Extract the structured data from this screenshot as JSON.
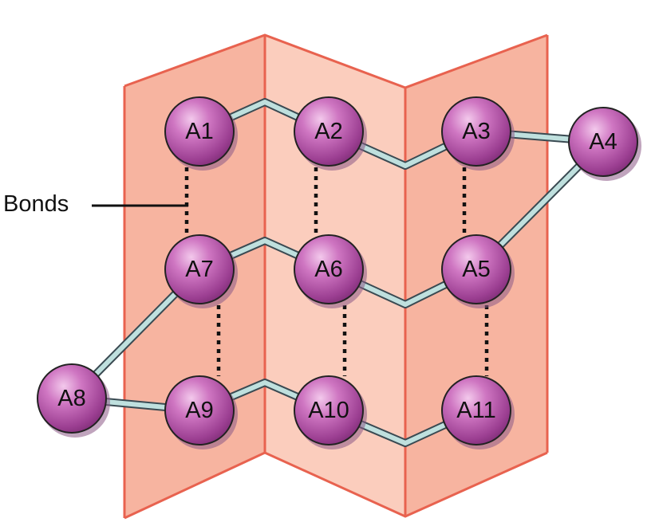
{
  "diagram": {
    "bonds_label": "Bonds",
    "atoms": [
      "A1",
      "A2",
      "A3",
      "A4",
      "A5",
      "A6",
      "A7",
      "A8",
      "A9",
      "A10",
      "A11"
    ]
  },
  "colors": {
    "sheet_dark": "#f7b4a0",
    "sheet_light": "#fbcdbd",
    "sheet_edge": "#e8624f",
    "atom_fill": "#b552a8",
    "atom_outline": "#222222",
    "chain": "#bfe0de",
    "chain_outline": "#3a4a52",
    "hbond": "#111111"
  }
}
